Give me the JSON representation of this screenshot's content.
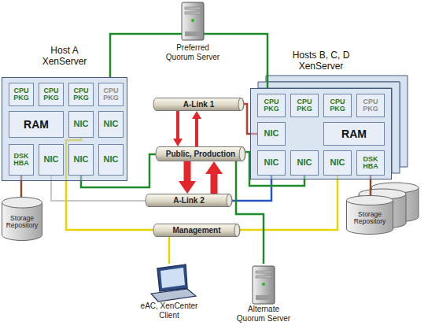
{
  "diagram": {
    "nodes": [
      {
        "text": [
          "Host A XenServer"
        ]
      },
      {
        "text": [
          "CPU PKG"
        ],
        "in": 0
      },
      {
        "text": [
          "CPU PKG"
        ],
        "in": 0
      },
      {
        "text": [
          "CPU PKG"
        ],
        "in": 0
      },
      {
        "text": [
          "CPU PKG"
        ],
        "in": 0
      },
      {
        "text": [
          "RAM"
        ],
        "in": 0
      },
      {
        "text": [
          "NIC"
        ],
        "in": 0
      },
      {
        "text": [
          "NIC"
        ],
        "in": 0
      },
      {
        "text": [
          "DSK HBA"
        ],
        "in": 0
      },
      {
        "text": [
          "NIC"
        ],
        "in": 0
      },
      {
        "text": [
          "NIC"
        ],
        "in": 0
      },
      {
        "text": [
          "NIC"
        ],
        "in": 0
      },
      {
        "text": [
          "Preferred Quorum Server"
        ]
      },
      {
        "text": [
          "A-Link 1"
        ]
      },
      {
        "text": [
          "Public, Production"
        ]
      },
      {
        "text": [
          "A-Link 2"
        ]
      },
      {
        "text": [
          "Management"
        ]
      },
      {
        "text": [
          "Hosts B, C, D XenServer"
        ]
      },
      {
        "text": [
          "CPU PKG"
        ],
        "in": 17
      },
      {
        "text": [
          "CPU PKG"
        ],
        "in": 17
      },
      {
        "text": [
          "CPU PKG"
        ],
        "in": 17
      },
      {
        "text": [
          "CPU PKG"
        ],
        "in": 17
      },
      {
        "text": [
          "NIC"
        ],
        "in": 17
      },
      {
        "text": [
          "RAM"
        ],
        "in": 17
      },
      {
        "text": [
          "NIC"
        ],
        "in": 17
      },
      {
        "text": [
          "NIC"
        ],
        "in": 17
      },
      {
        "text": [
          "NIC"
        ],
        "in": 17
      },
      {
        "text": [
          "DSK HBA"
        ],
        "in": 17
      },
      {
        "text": [
          "Storage Repository"
        ]
      },
      {
        "text": [
          "Storage Repository"
        ]
      },
      {
        "text": [
          "Alternate Quorum Server"
        ]
      },
      {
        "text": [
          "eAC, XenCenter Client"
        ]
      }
    ],
    "edges": [
      {
        "from": 12,
        "to": 0,
        "arrow": "none"
      },
      {
        "from": 12,
        "to": 17,
        "arrow": "none"
      },
      {
        "from": 10,
        "to": 14,
        "arrow": "none"
      },
      {
        "from": 9,
        "to": 15,
        "arrow": "none"
      },
      {
        "from": 6,
        "to": 16,
        "arrow": "none"
      },
      {
        "from": 22,
        "to": 13,
        "arrow": "none"
      },
      {
        "from": 24,
        "to": 15,
        "arrow": "none"
      },
      {
        "from": 25,
        "to": 14,
        "arrow": "none"
      },
      {
        "from": 26,
        "to": 16,
        "arrow": "none"
      },
      {
        "from": 30,
        "to": 14,
        "arrow": "none"
      },
      {
        "from": 31,
        "to": 16,
        "arrow": "none"
      },
      {
        "from": 8,
        "to": 28,
        "arrow": "none"
      },
      {
        "from": 27,
        "to": 29,
        "arrow": "none"
      },
      {
        "from": 13,
        "to": 14,
        "arrow": "to"
      },
      {
        "from": 14,
        "to": 13,
        "arrow": "to"
      },
      {
        "from": 14,
        "to": 15,
        "arrow": "to"
      },
      {
        "from": 15,
        "to": 14,
        "arrow": "to"
      }
    ]
  }
}
